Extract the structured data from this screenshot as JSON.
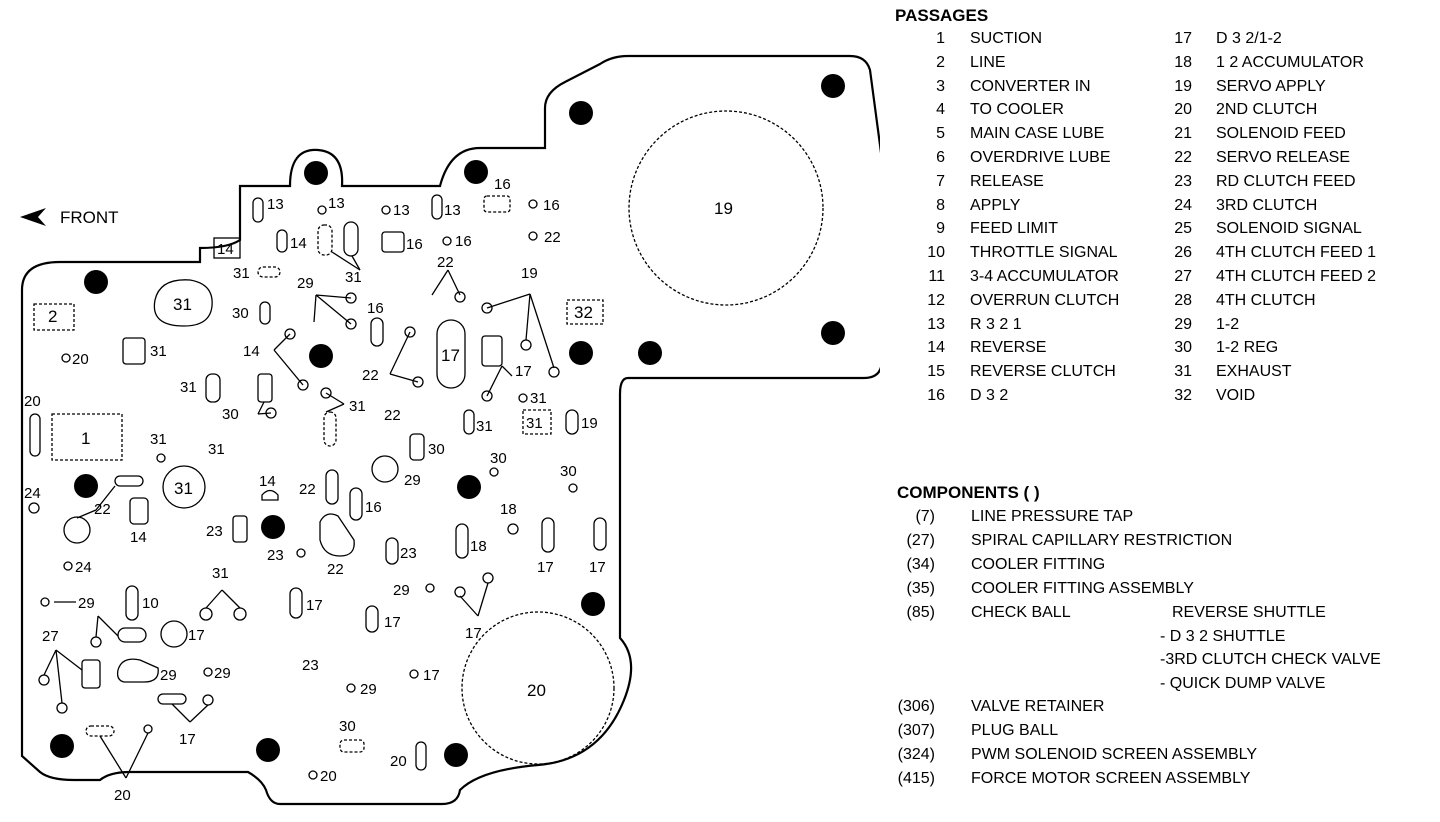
{
  "diagram": {
    "front_label": "FRONT",
    "big_circle_upper": "19",
    "big_circle_lower": "20",
    "labels": [
      {
        "id": "lbl-13a",
        "t": "13"
      },
      {
        "id": "lbl-13b",
        "t": "13"
      },
      {
        "id": "lbl-13c",
        "t": "13"
      },
      {
        "id": "lbl-13d",
        "t": "13"
      },
      {
        "id": "lbl-16a",
        "t": "16"
      },
      {
        "id": "lbl-16b",
        "t": "16"
      },
      {
        "id": "lbl-16c",
        "t": "16"
      },
      {
        "id": "lbl-16d",
        "t": "16"
      },
      {
        "id": "lbl-16e",
        "t": "16"
      },
      {
        "id": "lbl-16f",
        "t": "16"
      },
      {
        "id": "lbl-14a",
        "t": "14"
      },
      {
        "id": "lbl-14b",
        "t": "14"
      },
      {
        "id": "lbl-14c",
        "t": "14"
      },
      {
        "id": "lbl-14d",
        "t": "14"
      },
      {
        "id": "lbl-14e",
        "t": "14"
      },
      {
        "id": "lbl-22a",
        "t": "22"
      },
      {
        "id": "lbl-22b",
        "t": "22"
      },
      {
        "id": "lbl-22c",
        "t": "22"
      },
      {
        "id": "lbl-22d",
        "t": "22"
      },
      {
        "id": "lbl-22e",
        "t": "22"
      },
      {
        "id": "lbl-22f",
        "t": "22"
      },
      {
        "id": "lbl-22g",
        "t": "22"
      },
      {
        "id": "lbl-31a",
        "t": "31"
      },
      {
        "id": "lbl-31b",
        "t": "31"
      },
      {
        "id": "lbl-31c",
        "t": "31"
      },
      {
        "id": "lbl-31d",
        "t": "31"
      },
      {
        "id": "lbl-31e",
        "t": "31"
      },
      {
        "id": "lbl-31f",
        "t": "31"
      },
      {
        "id": "lbl-31g",
        "t": "31"
      },
      {
        "id": "lbl-31h",
        "t": "31"
      },
      {
        "id": "lbl-31i",
        "t": "31"
      },
      {
        "id": "lbl-31j",
        "t": "31"
      },
      {
        "id": "lbl-31k",
        "t": "31"
      },
      {
        "id": "lbl-31l",
        "t": "31"
      },
      {
        "id": "lbl-31m",
        "t": "31"
      },
      {
        "id": "lbl-29a",
        "t": "29"
      },
      {
        "id": "lbl-29b",
        "t": "29"
      },
      {
        "id": "lbl-29c",
        "t": "29"
      },
      {
        "id": "lbl-29d",
        "t": "29"
      },
      {
        "id": "lbl-29e",
        "t": "29"
      },
      {
        "id": "lbl-29f",
        "t": "29"
      },
      {
        "id": "lbl-29g",
        "t": "29"
      },
      {
        "id": "lbl-19a",
        "t": "19"
      },
      {
        "id": "lbl-19b",
        "t": "19"
      },
      {
        "id": "lbl-2",
        "t": "2"
      },
      {
        "id": "lbl-32",
        "t": "32"
      },
      {
        "id": "lbl-1",
        "t": "1"
      },
      {
        "id": "lbl-30a",
        "t": "30"
      },
      {
        "id": "lbl-30b",
        "t": "30"
      },
      {
        "id": "lbl-30c",
        "t": "30"
      },
      {
        "id": "lbl-30d",
        "t": "30"
      },
      {
        "id": "lbl-30e",
        "t": "30"
      },
      {
        "id": "lbl-30f",
        "t": "30"
      },
      {
        "id": "lbl-17a",
        "t": "17"
      },
      {
        "id": "lbl-17b",
        "t": "17"
      },
      {
        "id": "lbl-17c",
        "t": "17"
      },
      {
        "id": "lbl-17d",
        "t": "17"
      },
      {
        "id": "lbl-17e",
        "t": "17"
      },
      {
        "id": "lbl-17f",
        "t": "17"
      },
      {
        "id": "lbl-17g",
        "t": "17"
      },
      {
        "id": "lbl-17h",
        "t": "17"
      },
      {
        "id": "lbl-17i",
        "t": "17"
      },
      {
        "id": "lbl-17j",
        "t": "17"
      },
      {
        "id": "lbl-20a",
        "t": "20"
      },
      {
        "id": "lbl-20b",
        "t": "20"
      },
      {
        "id": "lbl-20c",
        "t": "20"
      },
      {
        "id": "lbl-20d",
        "t": "20"
      },
      {
        "id": "lbl-20e",
        "t": "20"
      },
      {
        "id": "lbl-20f",
        "t": "20"
      },
      {
        "id": "lbl-24a",
        "t": "24"
      },
      {
        "id": "lbl-24b",
        "t": "24"
      },
      {
        "id": "lbl-23a",
        "t": "23"
      },
      {
        "id": "lbl-23b",
        "t": "23"
      },
      {
        "id": "lbl-23c",
        "t": "23"
      },
      {
        "id": "lbl-23d",
        "t": "23"
      },
      {
        "id": "lbl-18a",
        "t": "18"
      },
      {
        "id": "lbl-18b",
        "t": "18"
      },
      {
        "id": "lbl-10",
        "t": "10"
      },
      {
        "id": "lbl-27",
        "t": "27"
      }
    ]
  },
  "passages": {
    "heading": "PASSAGES",
    "left": [
      {
        "n": "1",
        "name": "SUCTION"
      },
      {
        "n": "2",
        "name": "LINE"
      },
      {
        "n": "3",
        "name": "CONVERTER IN"
      },
      {
        "n": "4",
        "name": "TO COOLER"
      },
      {
        "n": "5",
        "name": "MAIN CASE LUBE"
      },
      {
        "n": "6",
        "name": "OVERDRIVE LUBE"
      },
      {
        "n": "7",
        "name": "RELEASE"
      },
      {
        "n": "8",
        "name": "APPLY"
      },
      {
        "n": "9",
        "name": "FEED LIMIT"
      },
      {
        "n": "10",
        "name": "THROTTLE SIGNAL"
      },
      {
        "n": "11",
        "name": "3-4 ACCUMULATOR"
      },
      {
        "n": "12",
        "name": "OVERRUN CLUTCH"
      },
      {
        "n": "13",
        "name": "R 3 2 1"
      },
      {
        "n": "14",
        "name": "REVERSE"
      },
      {
        "n": "15",
        "name": "REVERSE CLUTCH"
      },
      {
        "n": "16",
        "name": "D 3 2"
      }
    ],
    "right": [
      {
        "n": "17",
        "name": "D 3 2/1-2"
      },
      {
        "n": "18",
        "name": "1 2 ACCUMULATOR"
      },
      {
        "n": "19",
        "name": "SERVO APPLY"
      },
      {
        "n": "20",
        "name": "2ND CLUTCH"
      },
      {
        "n": "21",
        "name": "SOLENOID FEED"
      },
      {
        "n": "22",
        "name": "SERVO RELEASE"
      },
      {
        "n": "23",
        "name": "RD CLUTCH FEED"
      },
      {
        "n": "24",
        "name": "3RD CLUTCH"
      },
      {
        "n": "25",
        "name": "SOLENOID SIGNAL"
      },
      {
        "n": "26",
        "name": "4TH CLUTCH FEED 1"
      },
      {
        "n": "27",
        "name": "4TH CLUTCH FEED 2"
      },
      {
        "n": "28",
        "name": "4TH CLUTCH"
      },
      {
        "n": "29",
        "name": "1-2"
      },
      {
        "n": "30",
        "name": "1-2 REG"
      },
      {
        "n": "31",
        "name": "EXHAUST"
      },
      {
        "n": "32",
        "name": "VOID"
      }
    ]
  },
  "components": {
    "heading": "COMPONENTS (   )",
    "items": [
      {
        "n": "(7)",
        "name": "LINE PRESSURE TAP"
      },
      {
        "n": "(27)",
        "name": "SPIRAL CAPILLARY RESTRICTION"
      },
      {
        "n": "(34)",
        "name": "COOLER FITTING"
      },
      {
        "n": "(35)",
        "name": "COOLER FITTING ASSEMBLY"
      },
      {
        "n": "(85)",
        "name": "CHECK BALL",
        "sub": [
          "REVERSE SHUTTLE",
          "- D 3 2 SHUTTLE",
          "-3RD CLUTCH CHECK VALVE",
          "- QUICK DUMP VALVE"
        ]
      },
      {
        "n": "(306)",
        "name": "VALVE RETAINER"
      },
      {
        "n": "(307)",
        "name": "PLUG BALL"
      },
      {
        "n": "(324)",
        "name": "PWM SOLENOID SCREEN ASSEMBLY"
      },
      {
        "n": "(415)",
        "name": "FORCE MOTOR SCREEN ASSEMBLY"
      }
    ]
  }
}
